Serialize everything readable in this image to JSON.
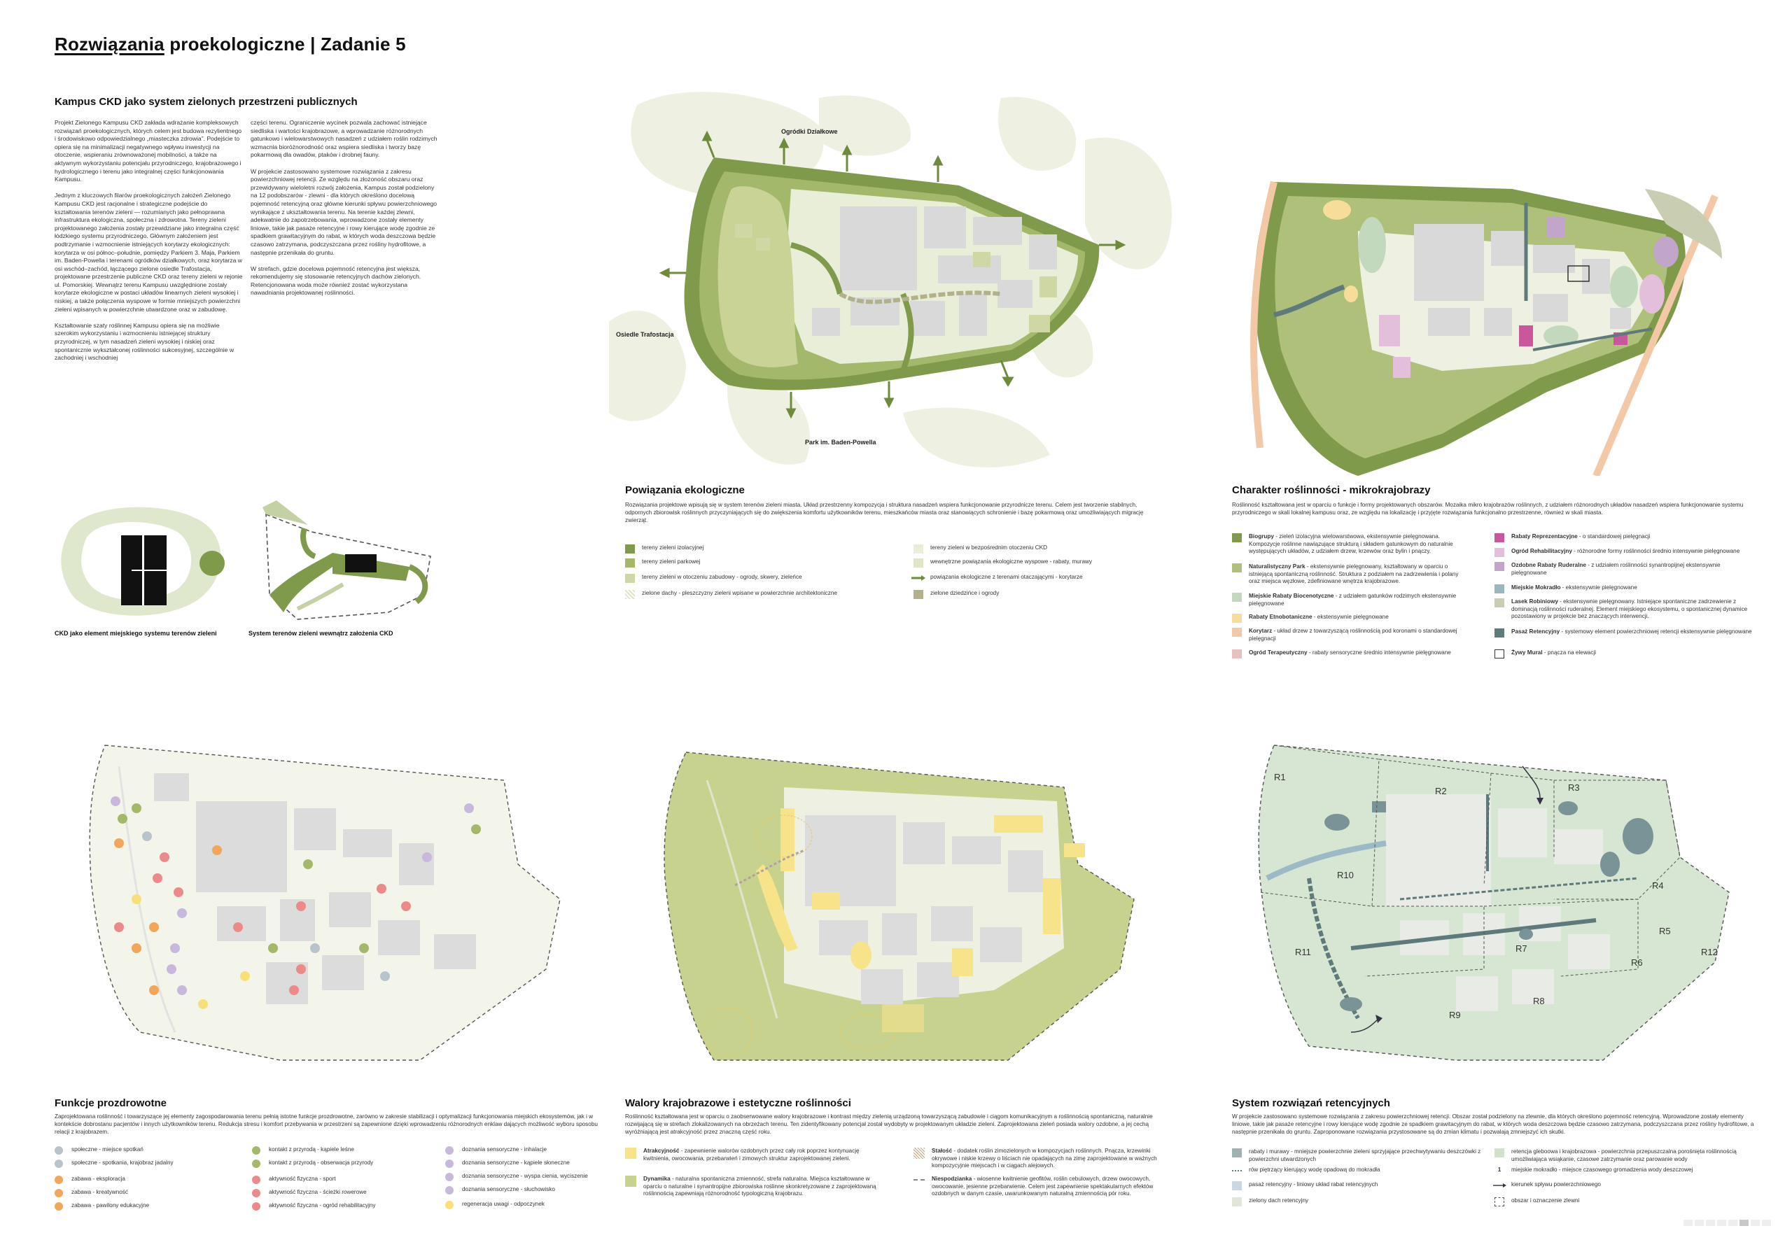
{
  "header": {
    "title_prefix": "Rozwiązania",
    "title_rest": " proekologiczne | Zadanie 5"
  },
  "intro": {
    "heading": "Kampus CKD jako system zielonych przestrzeni publicznych",
    "col1": "Projekt Zielonego Kampusu CKD zakłada wdrażanie kompleksowych rozwiązań proekologicznych, których celem jest budowa rezylientnego i środowiskowo odpowiedzialnego „miasteczka zdrowia”. Podejście to opiera się na minimalizacji negatywnego wpływu inwestycji na otoczenie, wspieraniu zrównoważonej mobilności, a także na aktywnym wykorzystaniu potencjału przyrodniczego, krajobrazowego i hydrologicznego i terenu jako integralnej części funkcjonowania Kampusu.\n\nJednym z kluczowych filarów proekologicznych założeń Zielonego Kampusu CKD jest racjonalne i strategiczne podejście do kształtowania terenów zieleni — rozumianych jako pełnoprawna infrastruktura ekologiczna, społeczna i zdrowotna. Tereny zieleni projektowanego założenia zostały przewidziane jako integralna część łódzkiego systemu przyrodniczego. Głównym założeniem jest podtrzymanie i wzmocnienie istniejących korytarzy ekologicznych: korytarza w osi północ–południe, pomiędzy Parkiem 3. Maja, Parkiem im. Baden-Powella i terenami ogródków działkowych, oraz korytarza w osi wschód–zachód, łączącego zielone osiedle Trafostacja, projektowane przestrzenie publiczne CKD oraz tereny zieleni w rejonie ul. Pomorskiej. Wewnątrz terenu Kampusu uwzględnione zostały korytarze ekologiczne w postaci układów linearnych zieleni wysokiej i niskiej, a także połączenia wyspowe w formie mniejszych powierzchni zieleni wpisanych w powierzchnie utwardzone oraz w zabudowę.\n\nKształtowanie szaty roślinnej Kampusu opiera się na możliwie szerokim wykorzystaniu i wzmocnieniu istniejącej struktury przyrodniczej, w tym nasadzeń zieleni wysokiej i niskiej oraz spontanicznie wykształconej roślinności sukcesyjnej, szczególnie w zachodniej i wschodniej",
    "col2": "części terenu. Ograniczenie wycinek pozwala zachować istniejące siedliska i wartości krajobrazowe, a wprowadzanie różnorodnych gatunkowo i wielowarstwowych nasadzeń z udziałem roślin rodzimych wzmacnia bioróżnorodność oraz wspiera siedliska i tworzy bazę pokarmową dla owadów, ptaków i drobnej fauny.\n\nW projekcie zastosowano systemowe rozwiązania z zakresu powierzchniowej retencji. Ze względu na złożoność obszaru oraz przewidywany wieloletni rozwój założenia, Kampus został podzielony na 12 podobszarów - zlewni - dla których określono docelową pojemność retencyjną oraz główne kierunki spływu powierzchniowego wynikające z ukształtowania terenu. Na terenie każdej zlewni, adekwatnie do zapotrzebowania, wprowadzone zostały elementy liniowe, takie jak pasaże retencyjne i rowy kierujące wodę zgodnie ze spadkiem grawitacyjnym do rabat, w których woda deszczowa będzie czasowo zatrzymana, podczyszczana przez rośliny hydrofitowe, a następnie przenikała do gruntu.\n\nW strefach, gdzie docelowa pojemność retencyjna jest większa, rekomendujemy się stosowanie retencyjnych dachów zielonych. Retencjonowana woda może również zostać wykorzystana nawadniania projektowanej roślinności."
  },
  "thumbs": {
    "left_caption": "CKD jako element miejskiego systemu terenów zieleni",
    "right_caption": "System terenów zieleni wewnątrz założenia CKD"
  },
  "map_labels": {
    "ogrodki": "Ogródki Działkowe",
    "trafostacja": "Osiedle Trafostacja",
    "baden": "Park im. Baden-Powella"
  },
  "panel1": {
    "heading": "Powiązania ekologiczne",
    "desc": "Rozwiązania projektowe wpisują się w system terenów zieleni miasta. Układ przestrzenny kompozycja i struktura nasadzeń wspiera funkcjonowanie przyrodnicze terenu. Celem jest tworzenie stabilnych, odpornych zbiorowisk roślinnych przyczyniających się do zwiększenia komfortu użytkowników terenu, mieszkańców miasta oraz stanowiących schronienie i bazę pokarmową oraz umożliwiających migrację zwierząt.",
    "legend_left": [
      {
        "label": "tereny zieleni izolacyjnej",
        "color": "#7f9a4a"
      },
      {
        "label": "tereny zieleni parkowej",
        "color": "#a3b86a"
      },
      {
        "label": "tereny zieleni w otoczeniu zabudowy - ogrody, skwery, zieleńce",
        "color": "#cfd8a4"
      },
      {
        "label": "zielone dachy - pleszczyzny zieleni wpisane w powierzchnie architektoniczne",
        "color": "pattern"
      }
    ],
    "legend_right": [
      {
        "label": "tereny zieleni w bezpośrednim otoczeniu CKD",
        "color": "#e9eed9"
      },
      {
        "label": "wewnętrzne powiązania ekologiczne wyspowe - rabaty, murawy",
        "color": "#dfe6c8"
      },
      {
        "label": "powiązania ekologiczne z terenami otaczającymi - korytarze",
        "color": "arrow"
      },
      {
        "label": "zielone dziedzińce i ogrody",
        "color": "#b3b08c"
      }
    ]
  },
  "panel2": {
    "heading": "Charakter roślinności - mikrokrajobrazy",
    "desc": "Roślinność kształtowana jest w oparciu o funkcje i formy projektowanych obszarów. Mozaika mikro krajobrazów roślinnych, z udziałem różnorodnych układów nasadzeń wspiera funkcjonowanie systemu przyrodniczego w skali lokalnej kampusu oraz, ze względu na lokalizację i przyjęte rozwiązania funkcjonalno przestrzenne, również w skali miasta.",
    "legend_left": [
      {
        "name": "Biogrupy",
        "text": " - zieleń izolacyjna wielowarstwowa, ekstensywnie pielęgnowana. Kompozycje roślinne nawiązujące strukturą i składem gatunkowym do naturalnie występujących układów, z udziałem drzew, krzewów oraz bylin i pnączy.",
        "color": "#7f9a4a"
      },
      {
        "name": "Naturalistyczny Park",
        "text": " - ekstensywnie pielęgnowany, kształtowany w oparciu o istniejącą spontaniczną roślinność. Struktura z podziałem na zadrzewienia i polany oraz miejsca węzłowe, zdefiniowane wnętrza krajobrazowe.",
        "color": "#aec07a"
      },
      {
        "name": "Miejskie Rabaty Biocenotyczne",
        "text": " - z udziałem gatunków rodzimych ekstensywnie pielęgnowane",
        "color": "#c3d9bd"
      },
      {
        "name": "Rabaty Etnobotaniczne",
        "text": " - ekstensywnie pielęgnowane",
        "color": "#f6dd9a"
      },
      {
        "name": "Korytarz",
        "text": " - układ drzew z towarzyszącą roślinnością pod koronami o standardowej pielęgnacji",
        "color": "#f2c8a6"
      },
      {
        "name": "Ogród Terapeutyczny",
        "text": " - rabaty sensoryczne średnio intensywnie pielęgnowane",
        "color": "#e9c0c0"
      }
    ],
    "legend_right": [
      {
        "name": "Rabaty Reprezentacyjne",
        "text": " - o standardowej pielęgnacji",
        "color": "#c8579b"
      },
      {
        "name": "Ogród Rehabilitacyjny",
        "text": " - różnorodne formy roślinności średnio intensywnie pielęgnowane",
        "color": "#e3bfdc"
      },
      {
        "name": "Ozdobne Rabaty Ruderalne",
        "text": " - z udziałem roślinności synantropijnej ekstensywnie pielęgnowane",
        "color": "#c1a6c9"
      },
      {
        "name": "Miejskie Mokradło",
        "text": " - ekstensywnie pielęgnowane",
        "color": "#9bb7bd"
      },
      {
        "name": "Lasek Robiniowy",
        "text": " - ekstensywnie pielęgnowany. Istniejące spontaniczne zadrzewienie z dominacją roślinności ruderalnej. Element miejskiego ekosystemu, o spontanicznej dynamice pozostawiony w projekcie bez znaczących interwencji.",
        "color": "#c9cdb2"
      },
      {
        "name": "Pasaż Retencyjny",
        "text": " - systemowy element powierzchniowej retencji ekstensywnie pielęgnowane",
        "color": "#5f7a7b"
      },
      {
        "name": "Żywy Mural",
        "text": " - pnącza na elewacji",
        "color": "#ffffff"
      }
    ]
  },
  "panel3": {
    "heading": "Funkcje prozdrowotne",
    "desc": "Zaprojektowana roślinność i towarzyszące jej elementy zagospodarowania terenu pełnią istotne funkcje prozdrowotne, zarówno w zakresie stabilizacji i optymalizacji funkcjonowania miejskich ekosystemów, jak i w kontekście dobrostanu pacjentów i innych użytkowników terenu. Redukcja stresu i komfort przebywania w przestrzeni są zapewnione dzięki wprowadzeniu różnorodnych enklaw dających możliwość wyboru sposobu relacji z krajobrazem.",
    "col1": [
      {
        "n": "1",
        "label": "społeczne - miejsce spotkań",
        "color": "#b8c3cc"
      },
      {
        "n": "2",
        "label": "społeczne - spotkania, krajobraz jadalny",
        "color": "#b8c3cc"
      },
      {
        "n": "1",
        "label": "zabawa - eksploracja",
        "color": "#f2a65a"
      },
      {
        "n": "2",
        "label": "zabawa - kreatywność",
        "color": "#f2a65a"
      },
      {
        "n": "3",
        "label": "zabawa - pawilony edukacyjne",
        "color": "#f2a65a"
      }
    ],
    "col2": [
      {
        "n": "1",
        "label": "kontakt z przyrodą - kąpiele leśne",
        "color": "#a3b86a"
      },
      {
        "n": "2",
        "label": "kontakt z przyrodą - obserwacja przyrody",
        "color": "#a3b86a"
      },
      {
        "n": "1",
        "label": "aktywność fizyczna - sport",
        "color": "#ec8a8a"
      },
      {
        "n": "2",
        "label": "aktywność fizyczna - ścieżki rowerowe",
        "color": "#ec8a8a"
      },
      {
        "n": "3",
        "label": "aktywność fizyczna - ogród rehabilitacyjny",
        "color": "#ec8a8a"
      }
    ],
    "col3": [
      {
        "n": "1",
        "label": "doznania sensoryczne - inhalacje",
        "color": "#c8b8dc"
      },
      {
        "n": "2",
        "label": "doznania sensoryczne - kąpiele słoneczne",
        "color": "#c8b8dc"
      },
      {
        "n": "3",
        "label": "doznania sensoryczne - wyspa cienia, wyciszenie",
        "color": "#c8b8dc"
      },
      {
        "n": "4",
        "label": "doznania sensoryczne - słuchowisko",
        "color": "#c8b8dc"
      },
      {
        "n": "",
        "label": "regeneracja uwagi - odpoczynek",
        "color": "#f7e07a"
      }
    ]
  },
  "panel4": {
    "heading": "Walory krajobrazowe i estetyczne roślinności",
    "desc": "Roślinność kształtowana jest w oparciu o zaobserwowane walory krajobrazowe i kontrast między zielenią urządzoną towarzyszącą zabudowie i ciągom komunikacyjnym a roślinnością spontaniczną, naturalnie rozwijającą się w strefach zlokalizowanych na obrzeżach terenu. Ten zidentyfikowany potencjał został wydobyty w projektowanym układzie zieleni. Zaprojektowana zieleń posiada walory ozdobne, a jej cechą wyróżniającą jest atrakcyjność przez znaczną część roku.",
    "left": [
      {
        "name": "Atrakcyjność",
        "text": " - zapewnienie walorów ozdobnych przez cały rok poprzez kontynuację kwitnienia, owocowania, przebarwień i zimowych struktur zaprojektowanej zieleni.",
        "color": "#f7e48a"
      },
      {
        "name": "Dynamika",
        "text": " - naturalna spontaniczna zmienność, strefa naturalna. Miejsca kształtowane w oparciu o naturalne i synantropijne zbiorowiska roślinne skonkretyzowane z zaprojektowaną roślinnością zapewniają różnorodność typologiczną krajobrazu.",
        "color": "#c7d28f"
      }
    ],
    "right": [
      {
        "name": "Stałość",
        "text": " - dodatek roślin zimozielonych w kompozycjach roślinnych. Pnącza, krzewinki okrywowe i niskie krzewy o liściach nie opadających na zimę zaprojektowane w ważnych kompozycyjnie miejscach i w ciągach alejowych.",
        "color": "hatch"
      },
      {
        "name": "Niespodzianka",
        "text": " - wiosenne kwitnienie geofitów, roślin cebulowych, drzew owocowych, owocowanie, jesienne przebarwienie. Celem jest zapewnienie spektakularnych efektów ozdobnych w danym czasie, uwarunkowanym naturalną zmiennością pór roku.",
        "color": "dash"
      }
    ]
  },
  "panel5": {
    "heading": "System rozwiązań retencyjnych",
    "desc": "W projekcie zastosowano systemowe rozwiązania z zakresu powierzchniowej retencji. Obszar został podzielony na zlewnie, dla których określono pojemność retencyjną. Wprowadzone zostały elementy liniowe, takie jak pasaże retencyjne i rowy kierujące wodę zgodnie ze spadkiem grawitacyjnym do rabat, w których woda deszczowa będzie czasowo zatrzymana, podczyszczana przez rośliny hydrofitowe, a następnie przenikała do gruntu. Zaproponowane rozwiązania przystosowane są do zmian klimatu i pozwalają zmniejszyć ich skutki.",
    "left": [
      {
        "label": "rabaty i murawy - mniejsze powierzchnie zieleni sprzyjające przechwytywaniu deszczówki z powierzchni utwardzonych",
        "color": "#9fb2b2"
      },
      {
        "label": "rów piętrzący kierujący wodę opadową do mokradła",
        "color": "dots"
      },
      {
        "label": "pasaż retencyjny - liniowy układ rabat retencyjnych",
        "color": "#c9d8e2"
      },
      {
        "label": "zielony dach retencyjny",
        "color": "#e2e6da"
      }
    ],
    "right": [
      {
        "label": "retencja gleboowa i krajobrazowa - powierzchnia przepuszczalna porośnięta roślinnością umożliwiająca wsiąkanie, czasowe zatrzymanie oraz parowanie wody",
        "color": "#cfe3c9"
      },
      {
        "label": "miejskie mokradło - miejsce czasowego gromadzenia wody deszczowej",
        "color": "num"
      },
      {
        "label": "kierunek spływu powierzchniowego",
        "color": "arrow"
      },
      {
        "label": "obszar i oznaczenie zlewni",
        "color": "dashbox"
      }
    ],
    "zones": [
      "R1",
      "R2",
      "R3",
      "R4",
      "R5",
      "R6",
      "R7",
      "R8",
      "R9",
      "R10",
      "R11",
      "R12"
    ],
    "wetland_number": "1"
  },
  "colors": {
    "green_dark": "#7f9a4a",
    "green_mid": "#a3b86a",
    "green_light": "#cfd8a4",
    "green_pale": "#e9eed9",
    "building": "#d9d9d9",
    "water": "#5f7a7b"
  }
}
